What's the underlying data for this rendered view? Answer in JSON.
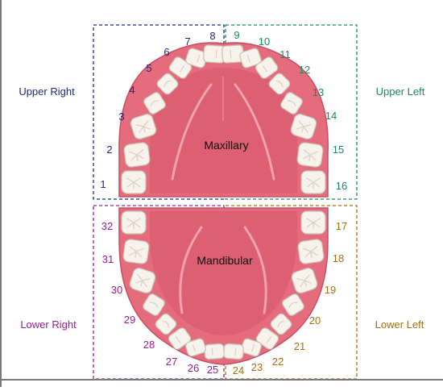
{
  "colors": {
    "upper_right": "#1f2a7a",
    "upper_left": "#1a8a5e",
    "lower_right": "#9a1e92",
    "lower_left": "#a86f0c",
    "gum": "#e46c7c",
    "gum_dark": "#c84f63",
    "palate": "#dc5f72",
    "palate_light": "#f4a2ad",
    "tooth": "#f7f3ec",
    "tooth_edge": "#c9c2b4"
  },
  "quadrants": {
    "upper_right": {
      "label": "Upper Right"
    },
    "upper_left": {
      "label": "Upper Left"
    },
    "lower_right": {
      "label": "Lower Right"
    },
    "lower_left": {
      "label": "Lower Left"
    }
  },
  "arches": {
    "upper": {
      "label": "Maxillary"
    },
    "lower": {
      "label": "Mandibular"
    }
  },
  "teeth": {
    "upper_right": [
      "1",
      "2",
      "3",
      "4",
      "5",
      "6",
      "7",
      "8"
    ],
    "upper_left": [
      "9",
      "10",
      "11",
      "12",
      "13",
      "14",
      "15",
      "16"
    ],
    "lower_left": [
      "17",
      "18",
      "19",
      "20",
      "21",
      "22",
      "23",
      "24"
    ],
    "lower_right": [
      "25",
      "26",
      "27",
      "28",
      "29",
      "30",
      "31",
      "32"
    ]
  }
}
